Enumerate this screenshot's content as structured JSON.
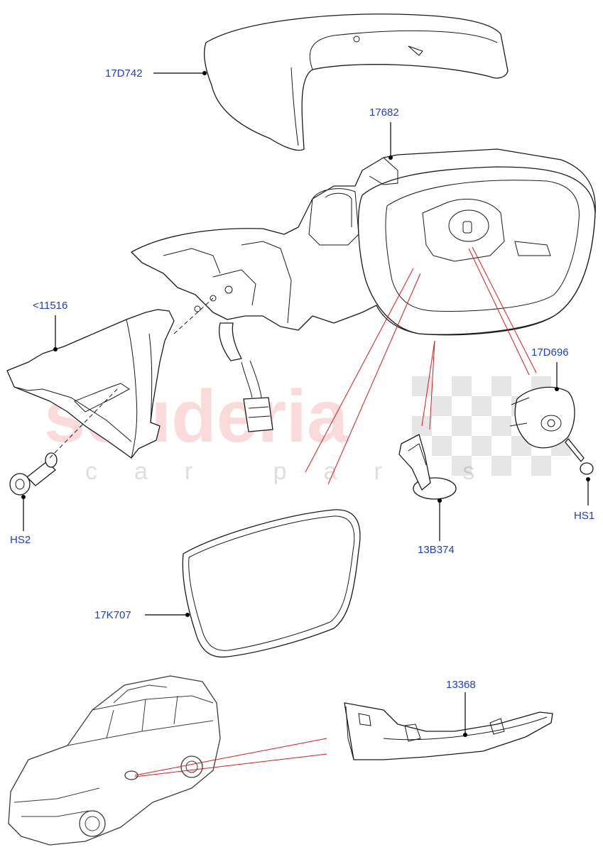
{
  "watermark": {
    "brand": "scuderia",
    "tagline": "car parts"
  },
  "callouts": {
    "cap": "17D742",
    "housing": "17682",
    "cover_panel": "<11516",
    "actuator": "17D696",
    "screw_hs2": "HS2",
    "screw_hs1": "HS1",
    "clip": "13B374",
    "glass": "17K707",
    "indicator": "13368"
  }
}
